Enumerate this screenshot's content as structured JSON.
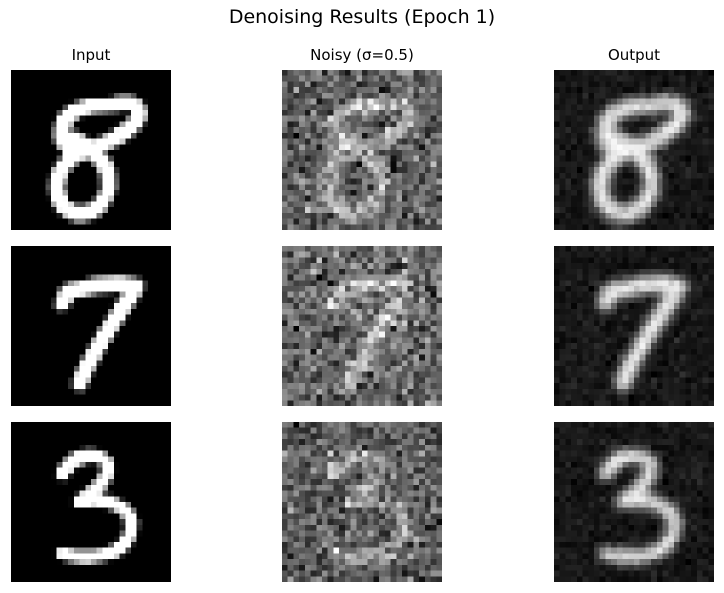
{
  "figure": {
    "title": "Denoising Results (Epoch 1)",
    "columns": [
      {
        "key": "input",
        "label": "Input"
      },
      {
        "key": "noisy",
        "label": "Noisy (σ=0.5)"
      },
      {
        "key": "output",
        "label": "Output"
      }
    ],
    "rows": [
      {
        "digit": "8"
      },
      {
        "digit": "7"
      },
      {
        "digit": "3"
      }
    ],
    "noise_sigma": 0.5,
    "colormap": "gray"
  }
}
